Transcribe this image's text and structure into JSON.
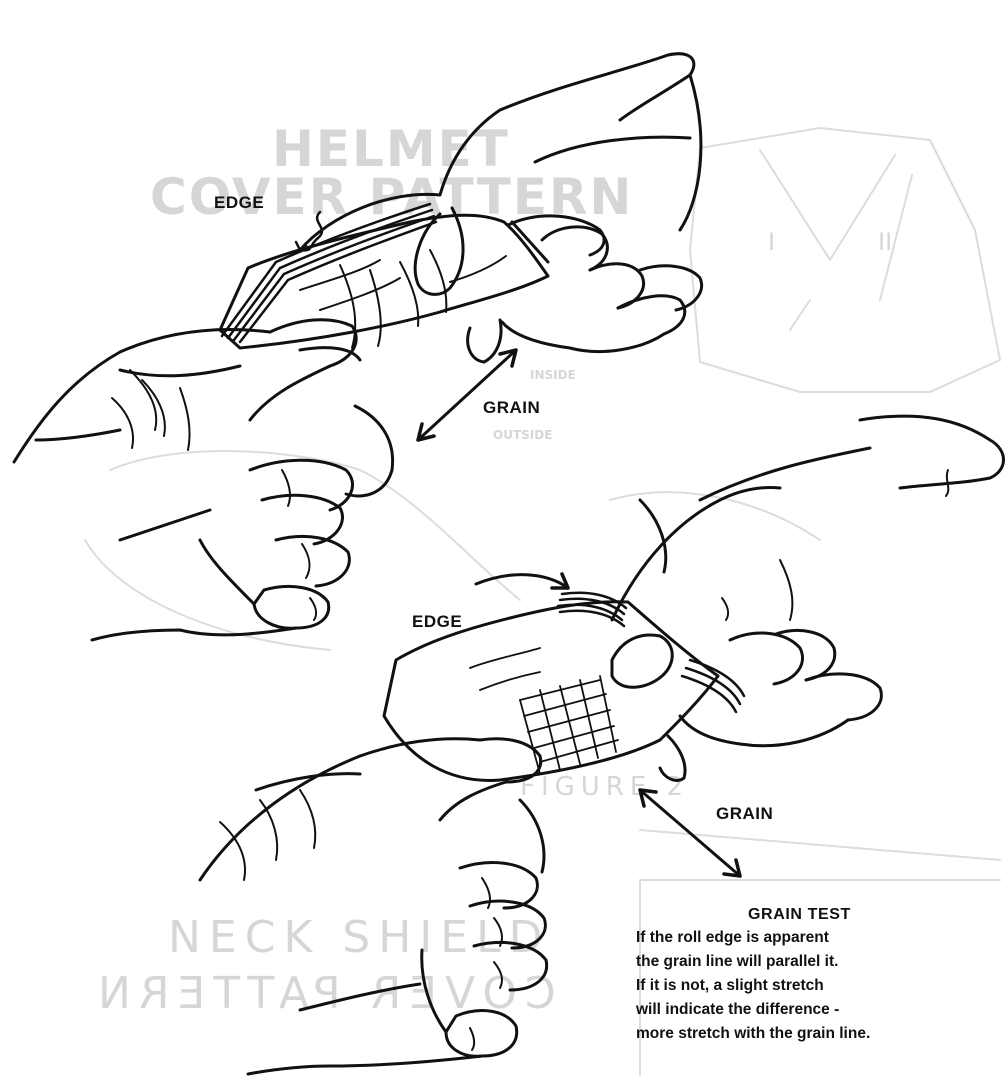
{
  "labels": {
    "edge_top": "EDGE",
    "grain_top": "GRAIN",
    "edge_bottom": "EDGE",
    "grain_bottom": "GRAIN"
  },
  "caption": {
    "title": "GRAIN TEST",
    "lines": [
      "If the roll edge is apparent",
      "the grain line will parallel it.",
      "If it is not, a slight stretch",
      "will indicate the difference -",
      "more stretch with the grain line."
    ]
  },
  "show_through": {
    "title_line1": "HELMET",
    "title_line2": "COVER PATTERN",
    "title2_line1": "NECK SHIELD",
    "title2_line2": "COVER PATTERN",
    "inside": "INSIDE",
    "outside": "OUTSIDE",
    "figure": "FIGURE 2",
    "roman_two": "II",
    "roman_one": "I"
  },
  "colors": {
    "ink": "#111111",
    "show_through": "#d6d6d6",
    "paper": "#ffffff"
  }
}
